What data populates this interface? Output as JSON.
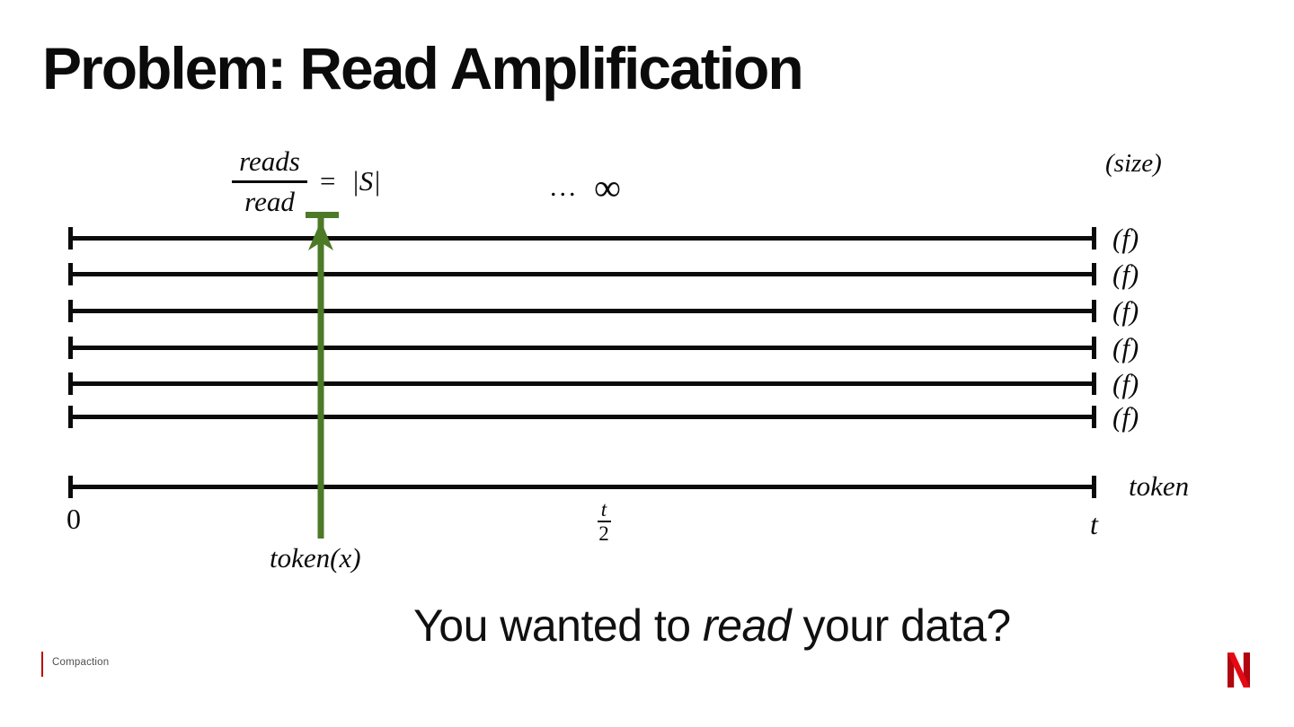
{
  "colors": {
    "accent-green": "#4d7a27",
    "ink": "#0b0b0b",
    "netflix-red": "#e50914",
    "netflix-dark-red": "#b1060f",
    "footer-red": "#bb0a0e",
    "footer-gray": "#4f4f4f"
  },
  "header": {
    "title": "Problem: Read Amplification"
  },
  "diagram": {
    "formula": {
      "numerator": "reads",
      "denominator": "read",
      "equals": "=",
      "cardinality": "|S|"
    },
    "ellipsis": {
      "dots": "...",
      "infinity": "∞"
    },
    "size_label": "(size)",
    "lines": [
      {
        "label": "(f)"
      },
      {
        "label": "(f)"
      },
      {
        "label": "(f)"
      },
      {
        "label": "(f)"
      },
      {
        "label": "(f)"
      },
      {
        "label": "(f)"
      }
    ],
    "arrow_label": "token(x)",
    "axis": {
      "origin": "0",
      "mid": {
        "numerator": "t",
        "denominator": "2"
      },
      "end": "t",
      "label": "token"
    }
  },
  "caption": {
    "prefix": "You wanted to ",
    "emphasis": "read",
    "suffix": " your data?"
  },
  "footer": {
    "label": "Compaction"
  }
}
